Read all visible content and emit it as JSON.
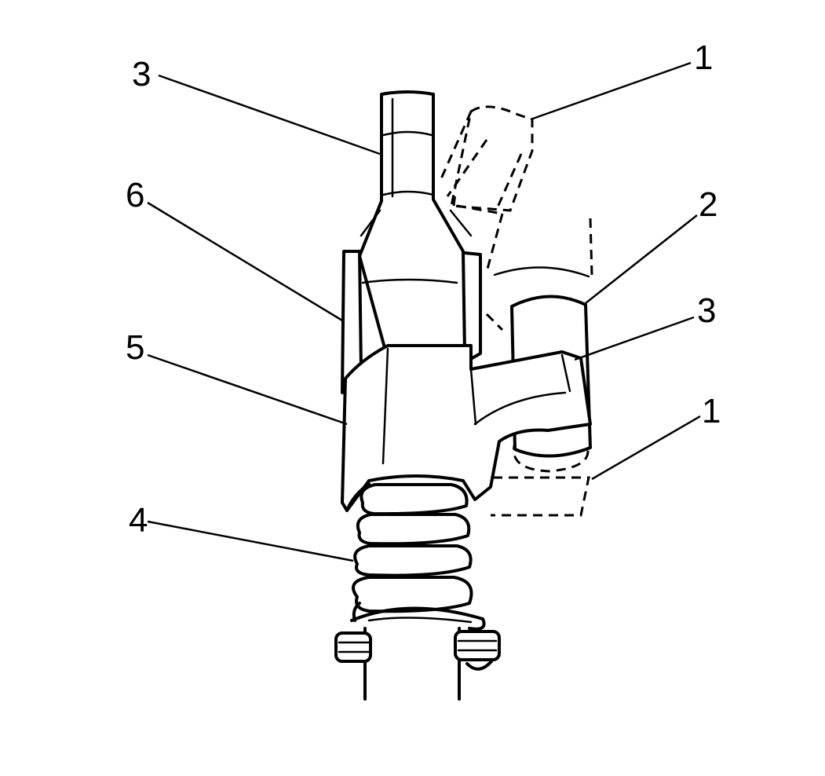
{
  "callouts": [
    {
      "id": "c3-top",
      "label": "3"
    },
    {
      "id": "c1-top",
      "label": "1"
    },
    {
      "id": "c6",
      "label": "6"
    },
    {
      "id": "c2",
      "label": "2"
    },
    {
      "id": "c3-mid",
      "label": "3"
    },
    {
      "id": "c5",
      "label": "5"
    },
    {
      "id": "c1-bottom",
      "label": "1"
    },
    {
      "id": "c4",
      "label": "4"
    }
  ]
}
